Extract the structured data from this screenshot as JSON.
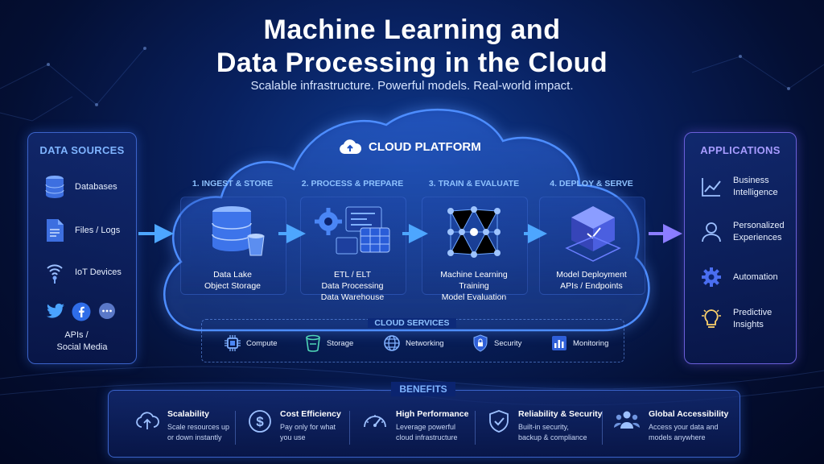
{
  "header": {
    "title_line1": "Machine Learning and",
    "title_line2": "Data Processing in the Cloud",
    "subtitle": "Scalable infrastructure. Powerful models. Real-world impact."
  },
  "data_sources": {
    "heading": "DATA SOURCES",
    "items": [
      {
        "label": "Databases",
        "icon": "database-icon"
      },
      {
        "label": "Files / Logs",
        "icon": "file-icon"
      },
      {
        "label": "IoT Devices",
        "icon": "iot-icon"
      },
      {
        "label_line1": "APIs /",
        "label_line2": "Social Media",
        "icons": [
          "twitter-icon",
          "facebook-icon",
          "chat-icon"
        ]
      }
    ]
  },
  "cloud": {
    "heading": "CLOUD PLATFORM",
    "stages": [
      {
        "label": "1. INGEST & STORE",
        "lines": [
          "Data Lake",
          "Object Storage"
        ]
      },
      {
        "label": "2. PROCESS & PREPARE",
        "lines": [
          "ETL / ELT",
          "Data Processing",
          "Data Warehouse"
        ]
      },
      {
        "label": "3. TRAIN & EVALUATE",
        "lines": [
          "Machine Learning",
          "Training",
          "Model Evaluation"
        ]
      },
      {
        "label": "4. DEPLOY & SERVE",
        "lines": [
          "Model Deployment",
          "APIs / Endpoints"
        ]
      }
    ],
    "services_heading": "CLOUD SERVICES",
    "services": [
      "Compute",
      "Storage",
      "Networking",
      "Security",
      "Monitoring"
    ]
  },
  "applications": {
    "heading": "APPLICATIONS",
    "items": [
      {
        "line1": "Business",
        "line2": "Intelligence",
        "icon": "chart-icon"
      },
      {
        "line1": "Personalized",
        "line2": "Experiences",
        "icon": "user-icon"
      },
      {
        "line1": "Automation",
        "line2": "",
        "icon": "gear-icon"
      },
      {
        "line1": "Predictive",
        "line2": "Insights",
        "icon": "lightbulb-icon"
      }
    ]
  },
  "benefits": {
    "heading": "BENEFITS",
    "items": [
      {
        "title": "Scalability",
        "desc1": "Scale resources up",
        "desc2": "or down instantly",
        "icon": "cloud-upload-icon"
      },
      {
        "title": "Cost Efficiency",
        "desc1": "Pay only for what",
        "desc2": "you use",
        "icon": "dollar-icon"
      },
      {
        "title": "High Performance",
        "desc1": "Leverage powerful",
        "desc2": "cloud infrastructure",
        "icon": "speedometer-icon"
      },
      {
        "title": "Reliability & Security",
        "desc1": "Built-in security,",
        "desc2": "backup & compliance",
        "icon": "shield-check-icon"
      },
      {
        "title": "Global Accessibility",
        "desc1": "Access your data and",
        "desc2": "models anywhere",
        "icon": "people-icon"
      }
    ]
  },
  "colors": {
    "accent": "#3b82f6",
    "heading": "#7fb4ff",
    "background": "#061a4f"
  }
}
